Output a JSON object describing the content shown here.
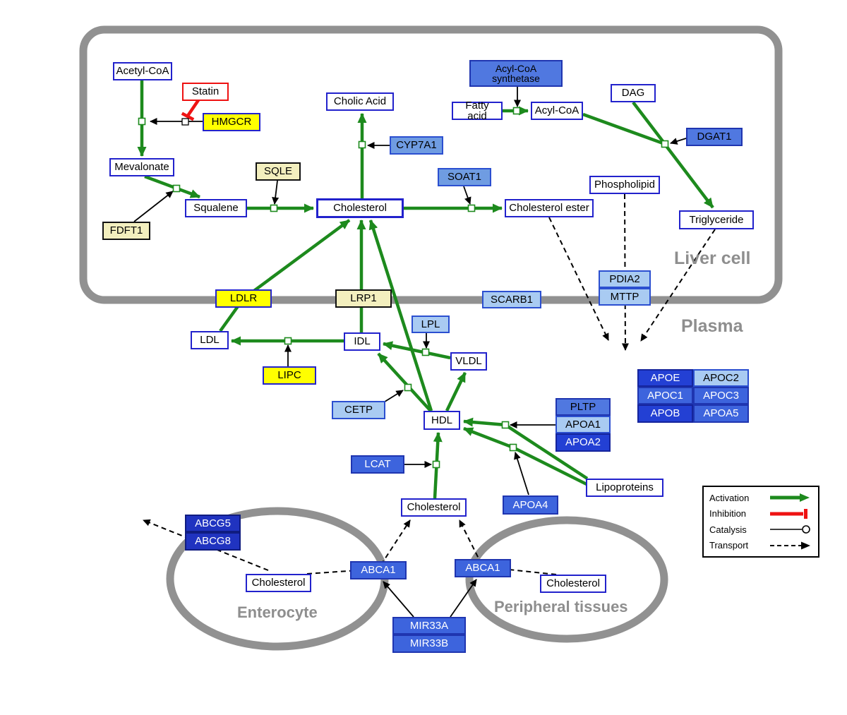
{
  "compartments": {
    "liver_label": "Liver cell",
    "plasma_label": "Plasma",
    "enterocyte_label": "Enterocyte",
    "peripheral_label": "Peripheral tissues"
  },
  "nodes": {
    "acetyl_coa": "Acetyl-CoA",
    "statin": "Statin",
    "hmgcr": "HMGCR",
    "mevalonate": "Mevalonate",
    "sqle": "SQLE",
    "fdft1": "FDFT1",
    "squalene": "Squalene",
    "cholesterol_liver": "Cholesterol",
    "cholic_acid": "Cholic Acid",
    "cyp7a1": "CYP7A1",
    "soat1": "SOAT1",
    "cholesterol_ester": "Cholesterol ester",
    "acyl_coa_synthetase": "Acyl-CoA synthetase",
    "fatty_acid": "Fatty acid",
    "acyl_coa": "Acyl-CoA",
    "dag": "DAG",
    "dgat1": "DGAT1",
    "phospholipid": "Phospholipid",
    "triglyceride": "Triglyceride",
    "ldlr": "LDLR",
    "lrp1": "LRP1",
    "scarb1": "SCARB1",
    "pdia2": "PDIA2",
    "mttp": "MTTP",
    "ldl": "LDL",
    "idl": "IDL",
    "lpl": "LPL",
    "vldl": "VLDL",
    "lipc": "LIPC",
    "cetp": "CETP",
    "hdl": "HDL",
    "pltp": "PLTP",
    "apoa1": "APOA1",
    "apoa2": "APOA2",
    "apoe": "APOE",
    "apoc2": "APOC2",
    "apoc1": "APOC1",
    "apoc3": "APOC3",
    "apob": "APOB",
    "apoa5": "APOA5",
    "lcat": "LCAT",
    "apoa4": "APOA4",
    "lipoproteins": "Lipoproteins",
    "cholesterol_plasma": "Cholesterol",
    "abcg5": "ABCG5",
    "abcg8": "ABCG8",
    "cholesterol_enterocyte": "Cholesterol",
    "abca1_enterocyte": "ABCA1",
    "abca1_peripheral": "ABCA1",
    "cholesterol_peripheral": "Cholesterol",
    "mir33a": "MIR33A",
    "mir33b": "MIR33B"
  },
  "legend": {
    "activation": "Activation",
    "inhibition": "Inhibition",
    "catalysis": "Catalysis",
    "transport": "Transport"
  },
  "colors": {
    "activation_green": "#1d8a1d",
    "inhibition_red": "#ee1111",
    "metabolite_border_blue": "#2222cc",
    "gene_yellow": "#ffff00",
    "gene_pale_yellow": "#f3efbe",
    "gene_light_blue": "#a9cbf2",
    "gene_medium_blue": "#6f9ce2",
    "gene_royal_blue": "#3d64dd",
    "gene_dark_blue": "#2340d4",
    "compartment_gray": "#919191"
  }
}
